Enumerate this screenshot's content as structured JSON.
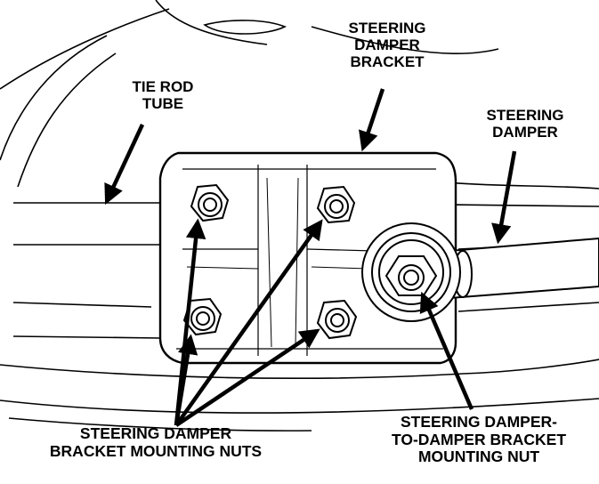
{
  "labels": {
    "tie_rod_tube": [
      "TIE ROD",
      "TUBE"
    ],
    "steering_damper_bracket": [
      "STEERING",
      "DAMPER",
      "BRACKET"
    ],
    "steering_damper": [
      "STEERING",
      "DAMPER"
    ],
    "bracket_mounting_nuts": [
      "STEERING DAMPER",
      "BRACKET MOUNTING NUTS"
    ],
    "damper_to_bracket_nut": [
      "STEERING DAMPER-",
      "TO-DAMPER BRACKET",
      "MOUNTING NUT"
    ]
  },
  "colors": {
    "ink": "#000000",
    "paper": "#ffffff"
  }
}
